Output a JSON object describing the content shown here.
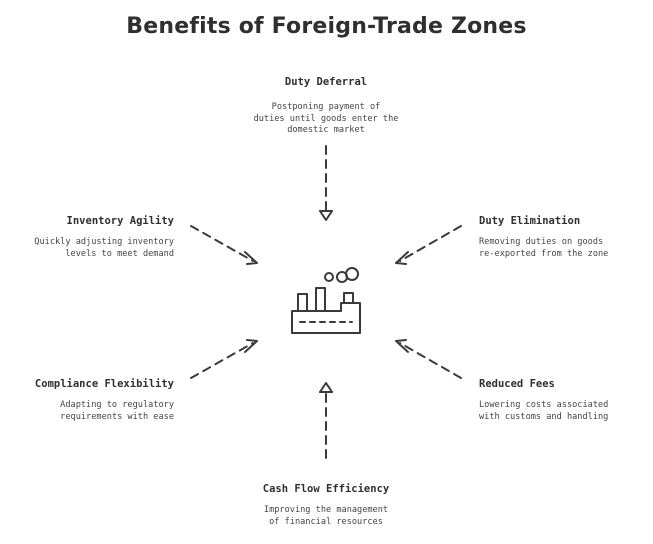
{
  "title": "Benefits of Foreign-Trade Zones",
  "benefits": {
    "duty_deferral": {
      "title": "Duty Deferral",
      "desc": [
        "Postponing payment of",
        "duties until goods enter the",
        "domestic market"
      ]
    },
    "inventory_agility": {
      "title": "Inventory Agility",
      "desc": [
        "Quickly adjusting inventory",
        "levels to meet demand"
      ]
    },
    "duty_elimination": {
      "title": "Duty Elimination",
      "desc": [
        "Removing duties on goods",
        "re-exported from the zone"
      ]
    },
    "compliance_flexibility": {
      "title": "Compliance Flexibility",
      "desc": [
        "Adapting to regulatory",
        "requirements with ease"
      ]
    },
    "reduced_fees": {
      "title": "Reduced Fees",
      "desc": [
        "Lowering costs associated",
        "with customs and handling"
      ]
    },
    "cash_flow_efficiency": {
      "title": "Cash Flow Efficiency",
      "desc": [
        "Improving the management",
        "of financial resources"
      ]
    }
  },
  "center_icon": "factory-icon"
}
